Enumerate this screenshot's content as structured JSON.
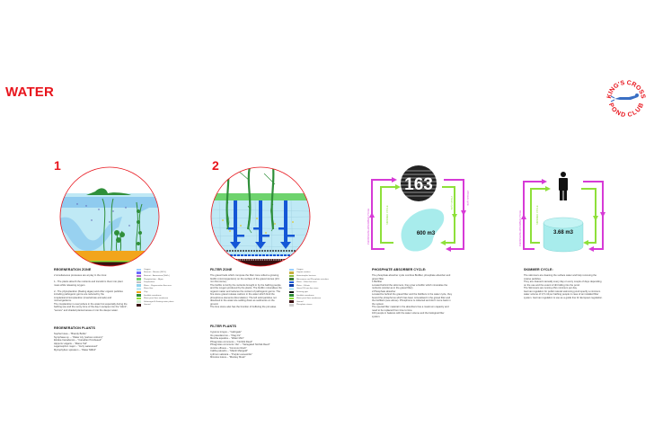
{
  "page": {
    "title": "WATER",
    "logo": {
      "top_text": "KING'S CROSS",
      "bottom_text": "POND CLUB",
      "icon": "swimmer-icon",
      "ring_color": "#e8141c",
      "swimmer_color": "#3a6fc4"
    }
  },
  "colors": {
    "accent_red": "#e8141c",
    "water_light": "#bfe9f5",
    "water_mid": "#8fd3ee",
    "plant_green": "#2f8f3a",
    "gravel_orange": "#f2a51c",
    "arrow_blue": "#1457d6",
    "cycle_magenta": "#d63ad6",
    "cycle_green": "#8ee03a",
    "volume_cyan": "#a8ecec"
  },
  "panels": [
    {
      "number": "1",
      "heading": "REGENERATION ZONE",
      "body": "2 simultaneous processes are at play in the zone:\n\n1.- The plants absorb the nutrients and transform them into plant mass while releasing oxygen.\n\n2.- The phytoplankton (floating algae) and other organic particles including pathogenic germs are reduced by the zooplankton/microplankton (invertebrate animals) and microorganisms.\nThe zooplankton is everywhere in the water but especially during the bathing use and the sunny time of the day it escapes into the \"silent\", \"secure\" and shaded planted areas or into the deeper water.",
      "subheading": "REGENERATION PLANTS",
      "plants": [
        "Nuphar lutea – \"Brandy Bottle\"",
        "Nymphaea sp. – \"Water Lily (various colours)\"",
        "Elodea Canadensis – \"Canadian Pondweed\"",
        "Hippuris vulgaris – \"Mares Tail\"",
        "Lagarosiphon major – \"Curly waterweed\"",
        "Myriophyllum spicatum – \"Water Milfoil\""
      ],
      "legend": [
        {
          "label": "Oxygen",
          "color": "#9ad0ff"
        },
        {
          "label": "Nutrient – Nitrates (NO3-)",
          "color": "#6a6aff"
        },
        {
          "label": "Nutrient – Ammonium (NH4+)",
          "color": "#b06ad0"
        },
        {
          "label": "Phytoplankton – Algae",
          "color": "#6fd06f"
        },
        {
          "label": "Zooplankton",
          "color": "#c0c0c0"
        },
        {
          "label": "Water – Regeneration flow area",
          "color": "#8fd3ee"
        },
        {
          "label": "Water flow",
          "color": "#bfe9f5"
        },
        {
          "label": "Clay",
          "color": "#f2a51c"
        },
        {
          "label": "Sealable membrane",
          "color": "#2f8f3a"
        },
        {
          "label": "Water proof liner membrane",
          "color": "#8ee03a"
        },
        {
          "label": "Submerged & floating water plants",
          "color": "#cfeecf"
        },
        {
          "label": "Ground",
          "color": "#3a1010"
        }
      ]
    },
    {
      "number": "2",
      "heading": "FILTER ZONE",
      "body": "The gravel beds which compose the filter zone collect a growing biofilm (microorganisms) on the surface of the gravel stones (2/4 mm fine stone).\nThe biofilm is fed by the nutrients brought in by the bathing people and the oxygen produced by the plants. The biofilm mineralises the organic matter and reduces the content of pathogenic germs. The fine stone gravel release calcium in the water which bind the phosphorus elements (flocculation). The left solid particles not dissolved in the water are settling down as sediments on the ground.\nThe lime stone also has the function of buffering the pH-value.",
      "subheading": "FILTER PLANTS",
      "plants": [
        "Cyperus longus – \"Galingale\"",
        "Iris pseudacorus – \"Flag Iris\"",
        "Mentha aquatica – \"Water Mint\"",
        "Phragmites communis – \"Norfolk Reed\"",
        "Phragmites communis 'Var' – \"Variegated Norfolk Reed\"",
        "Juncus effusus – \"Common Rush\"",
        "Caltha palustris – \"Marsh Marigold\"",
        "Lythrum salicaria – \"Purple Loosestrife\"",
        "Mimulus luteus – \"Monkey Musk\""
      ],
      "legend": [
        {
          "label": "Oxygen",
          "color": "#9ad0ff"
        },
        {
          "label": "Organic matters",
          "color": "#c8b040"
        },
        {
          "label": "Heterotrophic bacteria",
          "color": "#8cbf3f"
        },
        {
          "label": "Nitrosomas and Phosphate microbes",
          "color": "#3a7a3a"
        },
        {
          "label": "Water – Filter flow area",
          "color": "#1457d6"
        },
        {
          "label": "Water – Filtrate",
          "color": "#0b3aa8"
        },
        {
          "label": "Gravel 2/4 mm fine stone",
          "color": "#bfe9f5"
        },
        {
          "label": "Draining pipe",
          "color": "#111111"
        },
        {
          "label": "Sealable membrane",
          "color": "#2f8f3a"
        },
        {
          "label": "Water proof liner membrane",
          "color": "#8ee03a"
        },
        {
          "label": "Ground",
          "color": "#3a1010"
        },
        {
          "label": "Phosphate stones",
          "color": "#d0d0d0"
        }
      ]
    },
    {
      "heading": "PHOSPHATE ABSORBER CYCLE:",
      "body": "The phosphate absorber cycle combine Biofilter, phosphate absorber and gravel filter.\n1.Biofilter\nLocated behind the skimmers, they grow a biofilm which mineralise the nutrients (similar as in the gravel filter).\n2.Phosphate absorber\nLocated be behind the gravel filter and the biofilters in the water cycle, they bound the phosphorus which has been mineralised in the gravel filter and the biofilters (see above). Phosphorus is collected and don't come back in the system.\nThe special filter material in the absorbers has a maximum capacity and need to be replaced from time to time.\n163 people in balance with the water volume and the biological filter system.",
      "diagram": {
        "people_count": "163",
        "volume_label": "600 m3",
        "left_outer_label": "PHOSPHATE ABSORBER CYCLE",
        "left_inner_label": "SKIMMER CYCLE",
        "right_inner_label": "2 hours cycle",
        "right_outer_label": "24 hours cycle"
      }
    },
    {
      "heading": "SKIMMER CYCLE:",
      "body": "The skimmers are cleaning the surface water and help removing the coarse particles.\nThey are cleaned manually every day or every couple of days depending on the use and the extent of dirt falling into the pond.\nThe Skimmers are running 2hrs minimum per day.\nGerman regulation for public natural swimming pond specify a minimum water volume of 3,5 m3 per bathing people in case of an installed filter system. German regulation is use as a guide line for European regulation.",
      "diagram": {
        "people_icon": "person-icon",
        "volume_label": "3.68 m3",
        "left_outer_label": "PHOSPHATE ABSORBER CYCLE",
        "left_inner_label": "SKIMMER CYCLE"
      }
    }
  ]
}
